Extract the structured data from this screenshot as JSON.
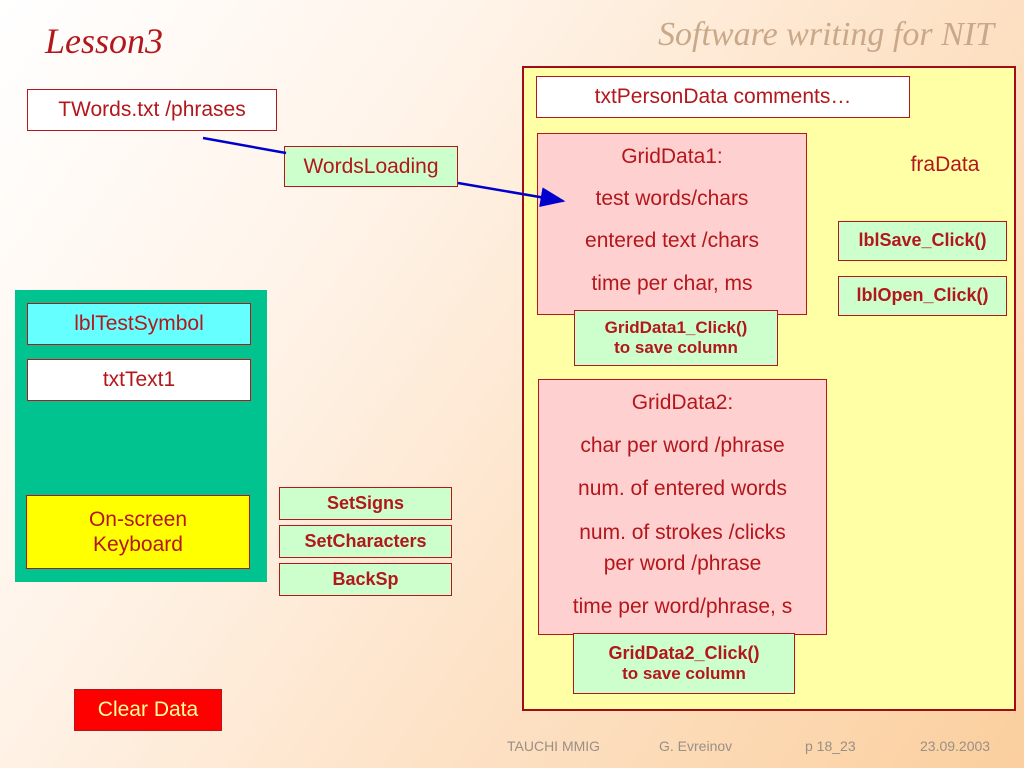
{
  "header": {
    "title": "Lesson3",
    "subtitle": "Software writing for NIT"
  },
  "boxes": {
    "twords": "TWords.txt  /phrases",
    "words_loading": "WordsLoading",
    "lbl_test_symbol": "lblTestSymbol",
    "txt_text1": "txtText1",
    "keyboard_line1": "On-screen",
    "keyboard_line2": "Keyboard",
    "set_signs": "SetSigns",
    "set_characters": "SetCharacters",
    "backsp": "BackSp",
    "clear_data": "Clear Data",
    "txt_person_data": "txtPersonData comments…",
    "fra_data": "fraData",
    "lbl_save": "lblSave_Click()",
    "lbl_open": "lblOpen_Click()"
  },
  "grid1": {
    "lines": [
      "GridData1:",
      "test words/chars",
      "entered text /chars",
      "time per char, ms"
    ],
    "click_label": "GridData1_Click()",
    "click_sub": "to save column"
  },
  "grid2": {
    "lines": [
      "GridData2:",
      "char per word /phrase",
      "num. of entered words",
      "num. of strokes /clicks",
      "per word /phrase",
      "time per word/phrase, s"
    ],
    "click_label": "GridData2_Click()",
    "click_sub": "to save column"
  },
  "footer": {
    "org": "TAUCHI MMIG",
    "author": "G. Evreinov",
    "page": "p 18_23",
    "date": "23.09.2003"
  },
  "colors": {
    "title": "#b3171c",
    "subtitle": "#c9a98a",
    "left_panel": "#00c390",
    "fra_panel": "#ffffa6",
    "green_box": "#ccffcc",
    "pink_box": "#ffd0d0",
    "cyan_box": "#66ffff",
    "yellow_box": "#ffff00",
    "clear_button": "#ff0000",
    "arrow": "#0000cc"
  }
}
